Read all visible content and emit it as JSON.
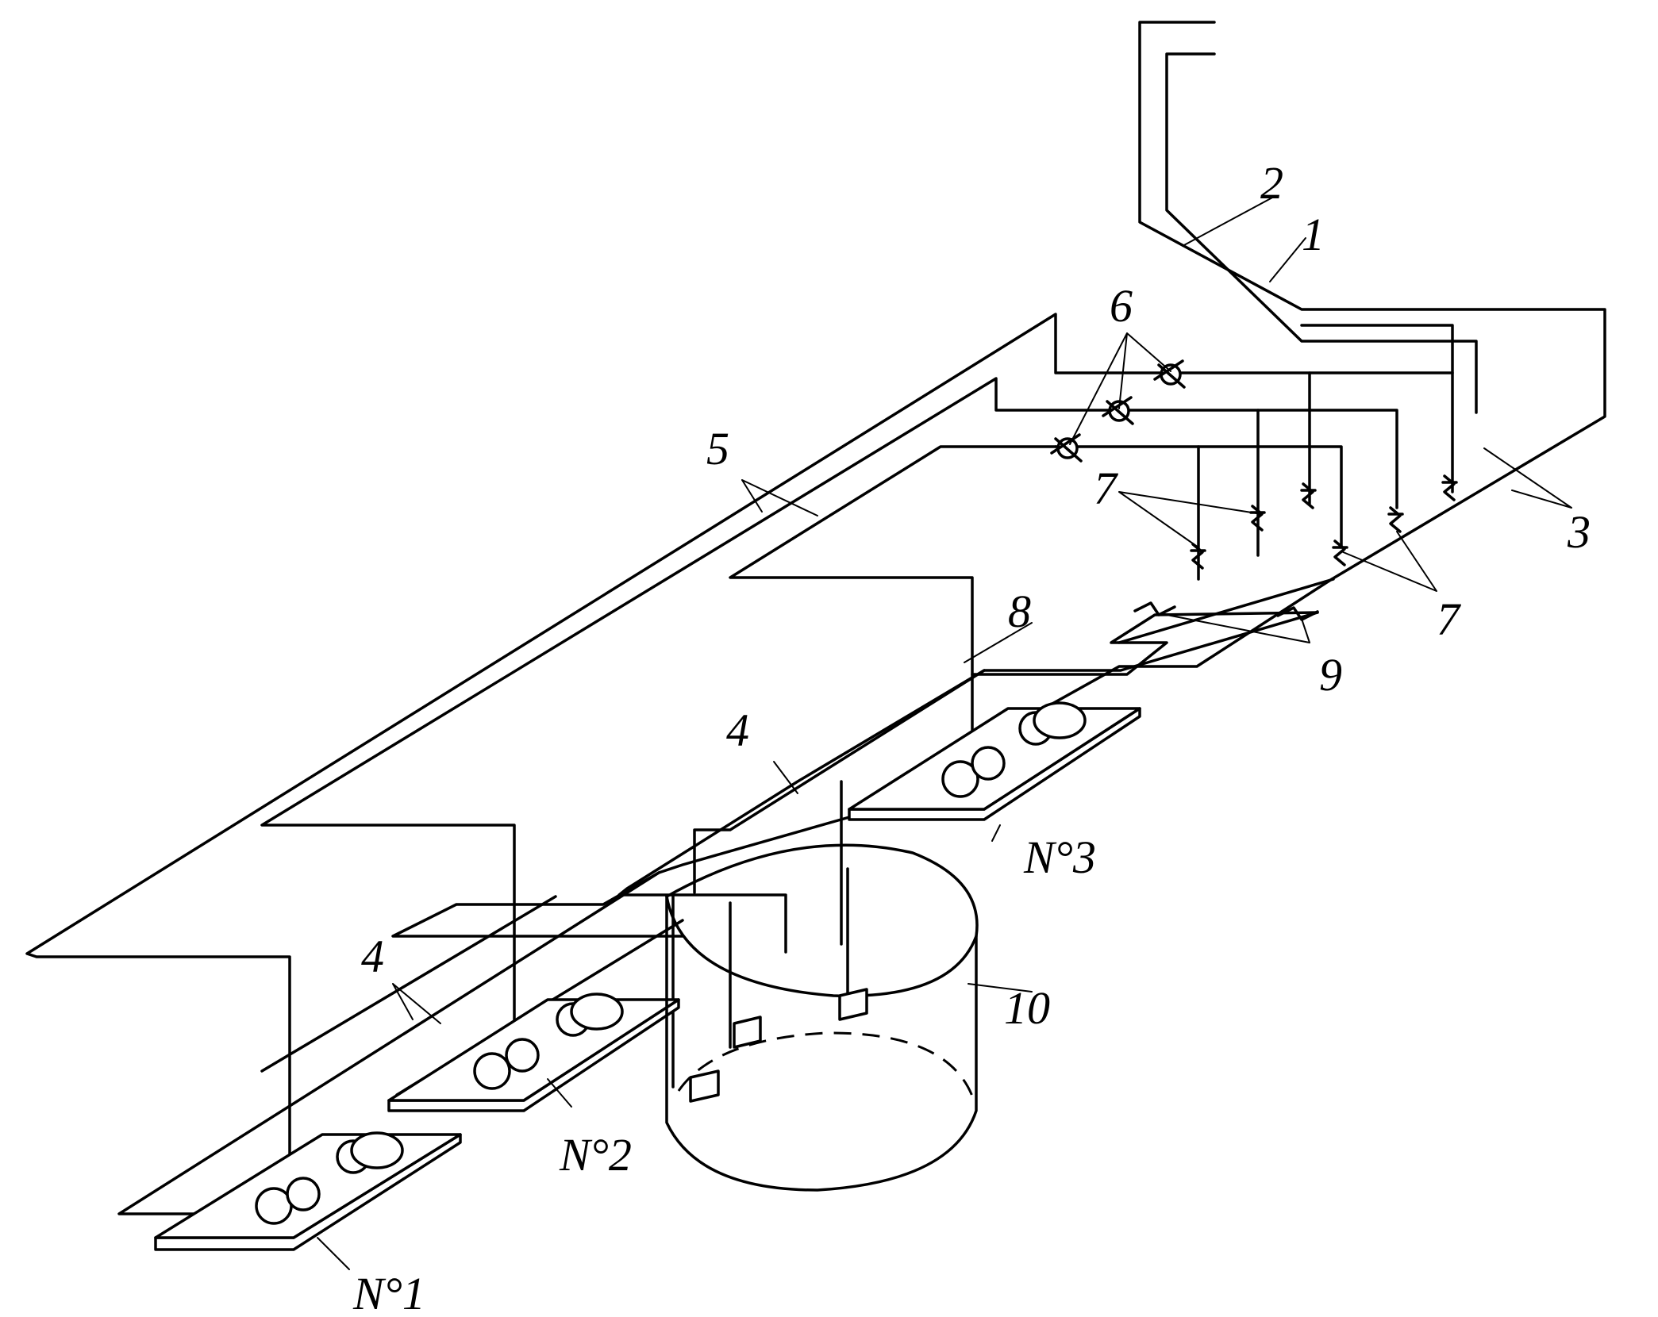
{
  "labels": {
    "pipe_1": "1",
    "pipe_2": "2",
    "pipe_3": "3",
    "lines_4_left": "4",
    "lines_4_right": "4",
    "lines_5": "5",
    "valves_6": "6",
    "valves_7_left": "7",
    "valves_7_right": "7",
    "line_8": "8",
    "valves_9": "9",
    "tank_10": "10"
  },
  "pumps": {
    "pump_1": "N°1",
    "pump_2": "N°2",
    "pump_3": "N°3"
  },
  "colors": {
    "ink": "#000000",
    "paper": "#ffffff"
  }
}
